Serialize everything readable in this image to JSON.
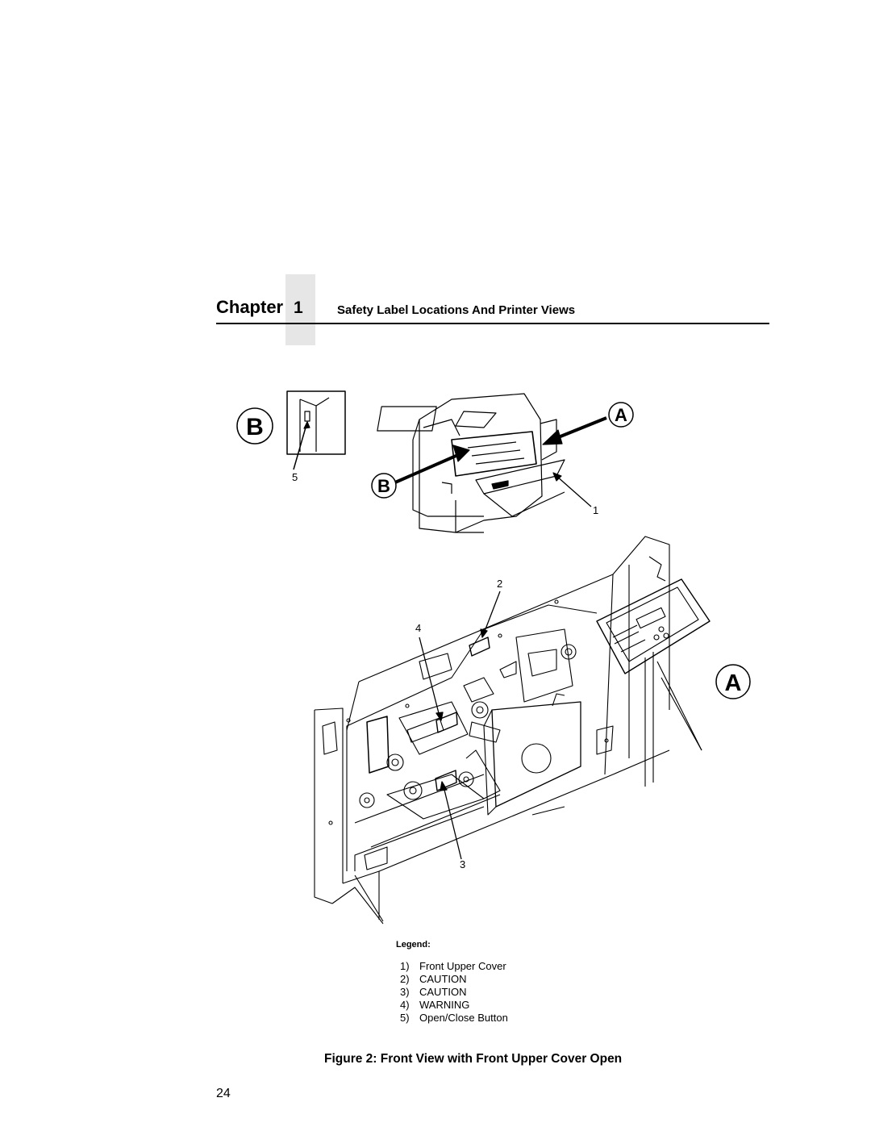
{
  "header": {
    "chapter_word": "Chapter",
    "chapter_number": "1",
    "section_title": "Safety Label Locations And Printer Views"
  },
  "figure": {
    "view_markers": [
      "B",
      "A",
      "B",
      "A"
    ],
    "callouts": [
      "5",
      "1",
      "2",
      "4",
      "3"
    ]
  },
  "legend": {
    "heading": "Legend:",
    "items": [
      {
        "num": "1)",
        "label": "Front Upper Cover"
      },
      {
        "num": "2)",
        "label": "CAUTION"
      },
      {
        "num": "3)",
        "label": "CAUTION"
      },
      {
        "num": "4)",
        "label": "WARNING"
      },
      {
        "num": "5)",
        "label": "Open/Close Button"
      }
    ]
  },
  "caption": "Figure 2: Front View with Front Upper Cover Open",
  "page_number": "24"
}
